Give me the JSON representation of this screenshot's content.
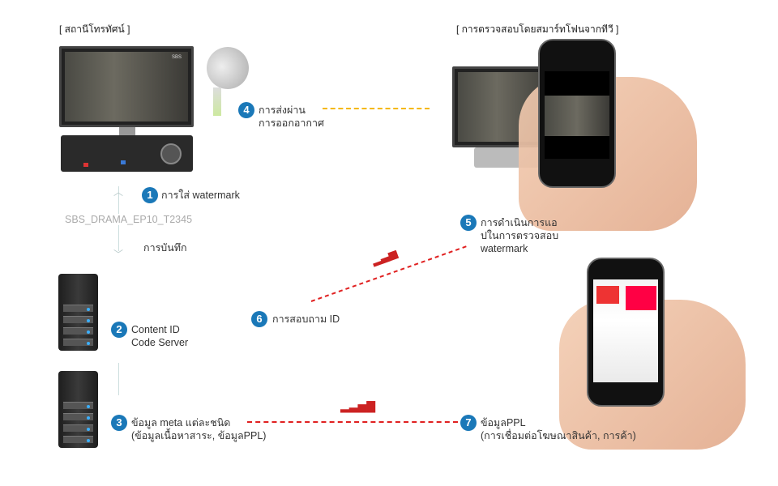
{
  "headers": {
    "left": "[ สถานีโทรทัศน์ ]",
    "right": "[ การตรวจสอบโดยสมาร์ทโฟนจากทีวี ]"
  },
  "tv_logo": "SBS",
  "steps": [
    {
      "num": "1",
      "lines": [
        "การใส่ watermark"
      ]
    },
    {
      "num": "2",
      "lines": [
        "Content ID",
        "Code Server"
      ]
    },
    {
      "num": "3",
      "lines": [
        "ข้อมูล meta แต่ละชนิด",
        "(ข้อมูลเนื้อหาสาระ, ข้อมูลPPL)"
      ]
    },
    {
      "num": "4",
      "lines": [
        "การส่งผ่าน",
        "การออกอากาศ"
      ]
    },
    {
      "num": "5",
      "lines": [
        "การดำเนินการแอ",
        "ปในการตรวจสอบ",
        "watermark"
      ]
    },
    {
      "num": "6",
      "lines": [
        "การสอบถาม ID"
      ]
    },
    {
      "num": "7",
      "lines": [
        "ข้อมูลPPL",
        "(การเชื่อมต่อโฆษณาสินค้า, การค้า)"
      ]
    }
  ],
  "watermark_code": "SBS_DRAMA_EP10_T2345",
  "record_label": "การบันทึก",
  "colors": {
    "step_badge": "#1a78b8",
    "broadcast_line": "#f5b800",
    "data_line": "#e02020"
  }
}
